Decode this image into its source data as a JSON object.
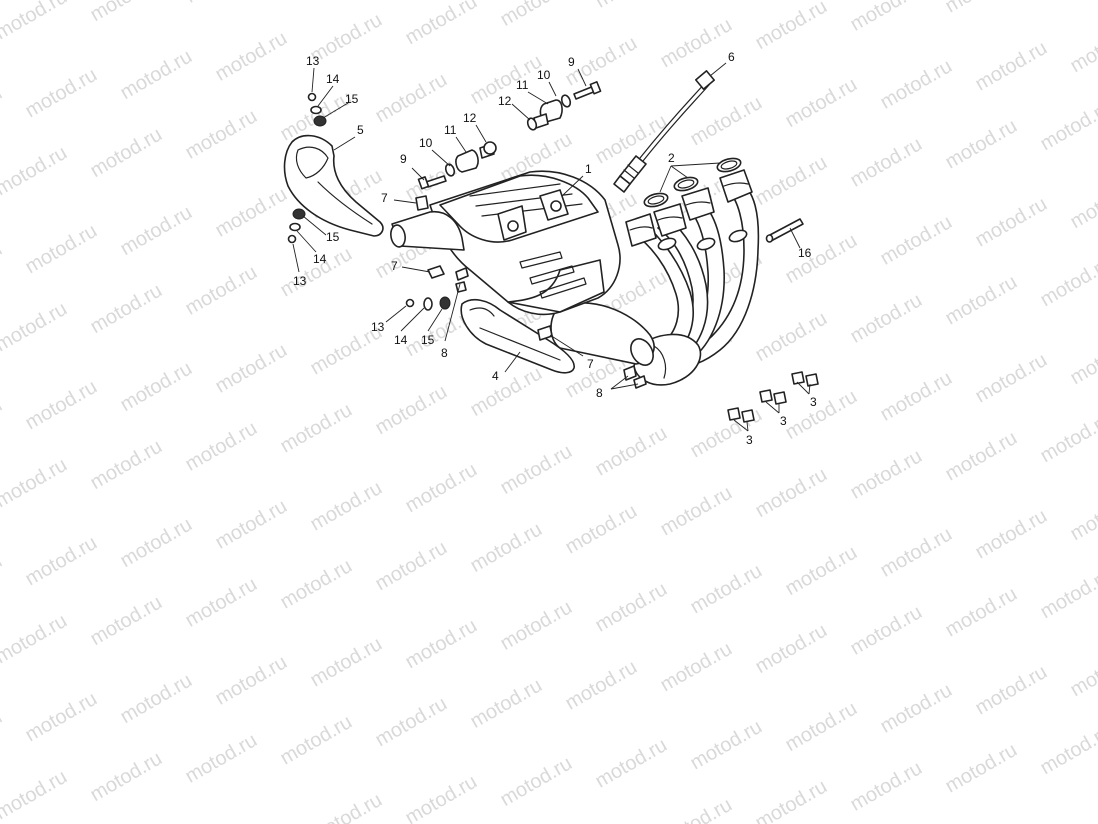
{
  "watermark": {
    "text": "motod.ru"
  },
  "callouts": {
    "c1": "1",
    "c2": "2",
    "c3a": "3",
    "c3b": "3",
    "c3c": "3",
    "c4": "4",
    "c5": "5",
    "c6": "6",
    "c7a": "7",
    "c7b": "7",
    "c7c": "7",
    "c8a": "8",
    "c8b": "8",
    "c9a": "9",
    "c9b": "9",
    "c10a": "10",
    "c10b": "10",
    "c11a": "11",
    "c11b": "11",
    "c12a": "12",
    "c12b": "12",
    "c13a": "13",
    "c13b": "13",
    "c13c": "13",
    "c14a": "14",
    "c14b": "14",
    "c14c": "14",
    "c15a": "15",
    "c15b": "15",
    "c15c": "15",
    "c16": "16"
  }
}
